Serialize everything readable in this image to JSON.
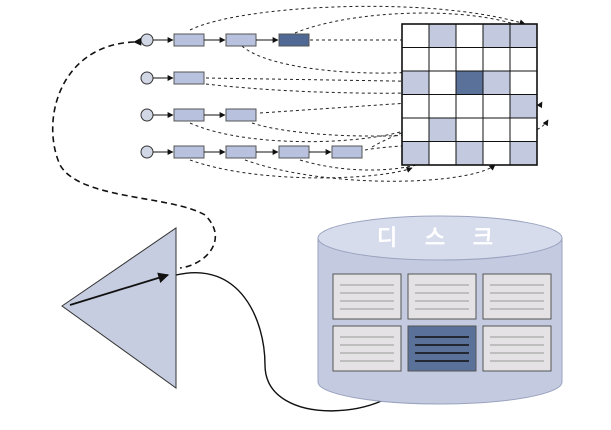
{
  "disk": {
    "label": "디 스 크"
  },
  "colors": {
    "node_light": "#b8c2df",
    "node_dark": "#4f6894",
    "cell_shaded": "#c3cadf",
    "cell_dark": "#5a7199",
    "head": "#c6cde0",
    "disk_body": "#c4cadf",
    "disk_top": "#d6dcec",
    "block": "#e4e2e4",
    "block_dark": "#5a7199"
  },
  "lists": [
    {
      "nodes": 3,
      "highlighted_node": 2
    },
    {
      "nodes": 1,
      "highlighted_node": null
    },
    {
      "nodes": 2,
      "highlighted_node": null
    },
    {
      "nodes": 4,
      "highlighted_node": null
    }
  ],
  "grid": {
    "rows": 6,
    "cols": 5,
    "shaded_cells": [
      [
        0,
        1
      ],
      [
        0,
        3
      ],
      [
        0,
        4
      ],
      [
        2,
        0
      ],
      [
        2,
        3
      ],
      [
        3,
        4
      ],
      [
        4,
        1
      ],
      [
        5,
        0
      ],
      [
        5,
        2
      ],
      [
        5,
        4
      ]
    ],
    "dark_cells": [
      [
        2,
        2
      ]
    ]
  },
  "disk_blocks": {
    "rows": 2,
    "cols": 3,
    "highlighted": [
      1,
      1
    ]
  }
}
